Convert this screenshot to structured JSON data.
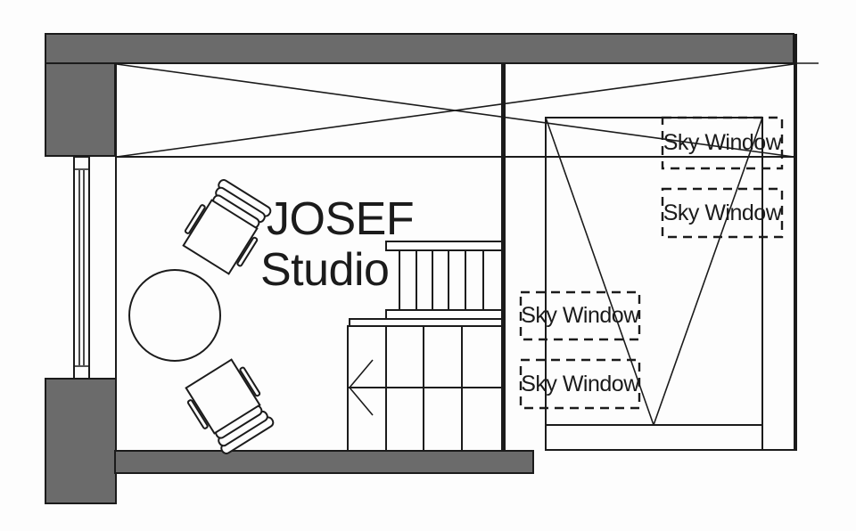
{
  "title": {
    "name": "JOSEF",
    "subtitle": "Studio"
  },
  "sky_windows": [
    "Sky Window",
    "Sky Window",
    "Sky Window",
    "Sky Window"
  ],
  "colors": {
    "wall_gray": "#6b6b6b",
    "line": "#1b1b1b",
    "text": "#1b1b1b",
    "background": "#fdfdfd"
  }
}
